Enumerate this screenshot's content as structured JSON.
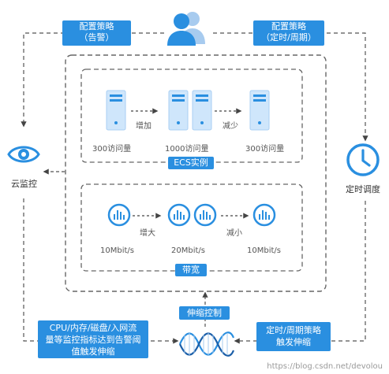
{
  "labels": {
    "policy_alarm": "配置策略\n（告警）",
    "policy_schedule": "配置策略\n（定时/周期）",
    "cloud_monitor": "云监控",
    "timed_schedule": "定时调度",
    "ecs_title": "ECS实例",
    "bandwidth_title": "带宽",
    "scaling_control": "伸缩控制",
    "trigger_left": "CPU/内存/磁盘/入网流\n量等监控指标达到告警阈\n值触发伸缩",
    "trigger_right": "定时/周期策略\n触发伸缩"
  },
  "ecs": {
    "stage1": "300访问量",
    "stage2": "1000访问量",
    "stage3": "300访问量",
    "increase": "增加",
    "decrease": "减少"
  },
  "bandwidth": {
    "stage1": "10Mbit/s",
    "stage2": "20Mbit/s",
    "stage3": "10Mbit/s",
    "increase": "增大",
    "decrease": "减小"
  },
  "watermark": "https://blog.csdn.net/devolou",
  "colors": {
    "accent": "#2a8fe0",
    "light_blue": "#cfe6fb",
    "dash": "#555555"
  },
  "icons": {
    "users": "users-icon",
    "eye": "eye-icon",
    "clock": "clock-icon",
    "server": "server-icon",
    "signal": "bandwidth-signal-icon",
    "helix": "helix-icon"
  }
}
